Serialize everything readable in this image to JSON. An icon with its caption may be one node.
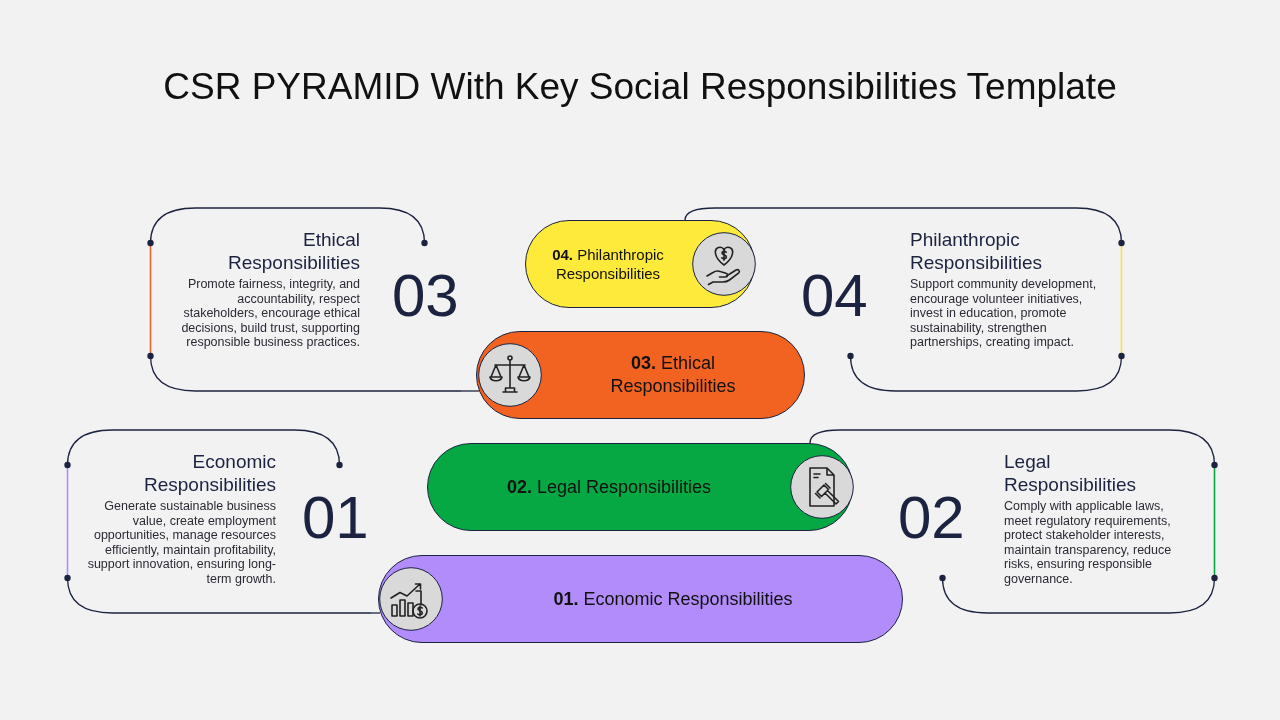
{
  "diagram": {
    "title": "CSR PYRAMID With Key Social Responsibilities Template",
    "nodes": [
      {
        "text": [
          "Ethical Responsibilities",
          "Promote fairness, integrity, and accountability, respect stakeholders, encourage ethical decisions, build trust, supporting responsible business practices.",
          "03"
        ]
      },
      {
        "text": [
          "**04.** Philanthropic Responsibilities"
        ]
      },
      {
        "text": [
          "04",
          "Philanthropic Responsibilities",
          "Support community development, encourage volunteer initiatives, invest in education, promote sustainability, strengthen partnerships, creating impact."
        ]
      },
      {
        "text": [
          "**03.** Ethical Responsibilities"
        ]
      },
      {
        "text": [
          "Economic Responsibilities",
          "Generate sustainable business value, create employment opportunities, manage resources efficiently, maintain profitability, support innovation, ensuring long-term growth.",
          "01"
        ]
      },
      {
        "text": [
          "**02.** Legal Responsibilities"
        ]
      },
      {
        "text": [
          "02",
          "Legal Responsibilities",
          "Comply with applicable laws, meet regulatory requirements, protect stakeholder interests, maintain transparency, reduce risks, ensuring responsible governance."
        ]
      },
      {
        "text": [
          "**01.** Economic Responsibilities"
        ]
      }
    ],
    "edges": [
      {
        "from": 0,
        "to": 3,
        "arrow": "none"
      },
      {
        "from": 2,
        "to": 1,
        "arrow": "none"
      },
      {
        "from": 4,
        "to": 7,
        "arrow": "none"
      },
      {
        "from": 6,
        "to": 5,
        "arrow": "none"
      }
    ]
  }
}
